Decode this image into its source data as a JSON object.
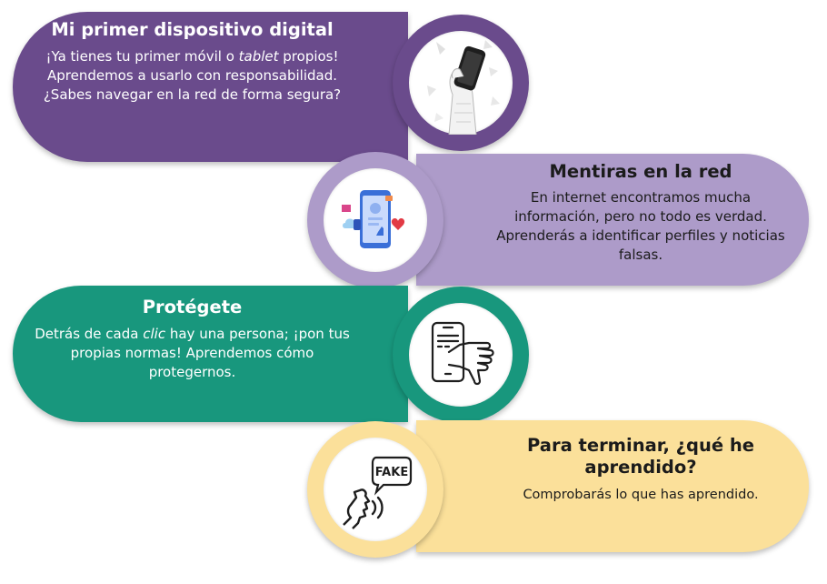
{
  "colors": {
    "purple_dark": "#6a4b8c",
    "purple_light": "#ad9bc9",
    "teal": "#18977d",
    "yellow": "#fbe09a"
  },
  "steps": [
    {
      "title": "Mi primer dispositivo digital",
      "description_parts": [
        "¡Ya tienes tu primer móvil o ",
        "tablet",
        " propios! Aprendemos a usarlo con responsabilidad. ¿Sabes navegar en la red de forma segura?"
      ],
      "icon": "hand-holding-phone-icon"
    },
    {
      "title": "Mentiras en la red",
      "description": "En internet encontramos mucha información, pero no todo es verdad. Aprenderás a identificar perfiles y noticias falsas.",
      "icon": "smartphone-social-icon"
    },
    {
      "title": "Protégete",
      "description_parts": [
        "Detrás de cada ",
        "clic",
        " hay una persona; ¡pon tus propias normas! Aprendemos cómo protegernos."
      ],
      "icon": "phone-hand-dislike-icon"
    },
    {
      "title": "Para terminar, ¿qué he aprendido?",
      "description": "Comprobarás lo que has aprendido.",
      "icon": "fake-speech-icon",
      "icon_label": "FAKE"
    }
  ]
}
